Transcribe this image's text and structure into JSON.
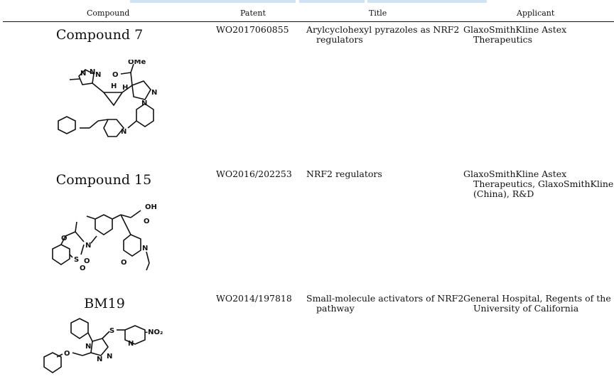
{
  "table": {
    "headers": {
      "compound": "Compound",
      "patent": "Patent",
      "title": "Title",
      "applicant": "Applicant"
    },
    "rows": [
      {
        "compound": "Compound 7",
        "patent": "WO2017060855",
        "title_l1": "Arylcyclohexyl pyrazoles as NRF2",
        "title_l2": "regulators",
        "applicant_l1": "GlaxoSmithKline Astex",
        "applicant_l2": "Therapeutics",
        "applicant_l3": "",
        "atoms": {
          "ome": "OMe",
          "n": "N",
          "o": "O",
          "h": "H"
        }
      },
      {
        "compound": "Compound 15",
        "patent": "WO2016/202253",
        "title_l1": "NRF2 regulators",
        "title_l2": "",
        "applicant_l1": "GlaxoSmithKline Astex",
        "applicant_l2": "Therapeutics, GlaxoSmithKline",
        "applicant_l3": "(China), R&D",
        "atoms": {
          "oh": "OH",
          "o": "O",
          "n": "N",
          "s": "S"
        }
      },
      {
        "compound": "BM19",
        "patent": "WO2014/197818",
        "title_l1": "Small-molecule activators of NRF2",
        "title_l2": "pathway",
        "applicant_l1": "General Hospital, Regents of the",
        "applicant_l2": "University of California",
        "applicant_l3": "",
        "atoms": {
          "no2": "-NO₂",
          "n": "N",
          "s": "S",
          "o": "O"
        }
      }
    ]
  }
}
